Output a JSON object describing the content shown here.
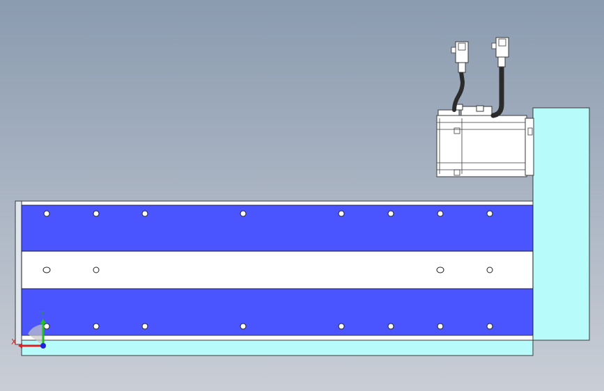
{
  "viewport": {
    "background_top": "#8b9bb0",
    "background_bottom": "#c9ced6"
  },
  "colors": {
    "rail_blue": "#4a55ff",
    "rail_white": "#ffffff",
    "housing_cyan": "#b8fbfb",
    "motor_body": "#ffffff",
    "cable": "#2b2b2b",
    "outline": "#3a3a3a",
    "axis_x": "#e02020",
    "axis_y": "#20c020",
    "axis_z": "#2020e0"
  },
  "triad": {
    "x_label": "X",
    "y_label": "Y"
  },
  "parts": {
    "rail": "linear-rail",
    "end_plate": "end-housing-plate",
    "motor": "servo-motor",
    "connectors": [
      "connector-left",
      "connector-right"
    ],
    "cables": [
      "cable-left",
      "cable-right"
    ]
  }
}
